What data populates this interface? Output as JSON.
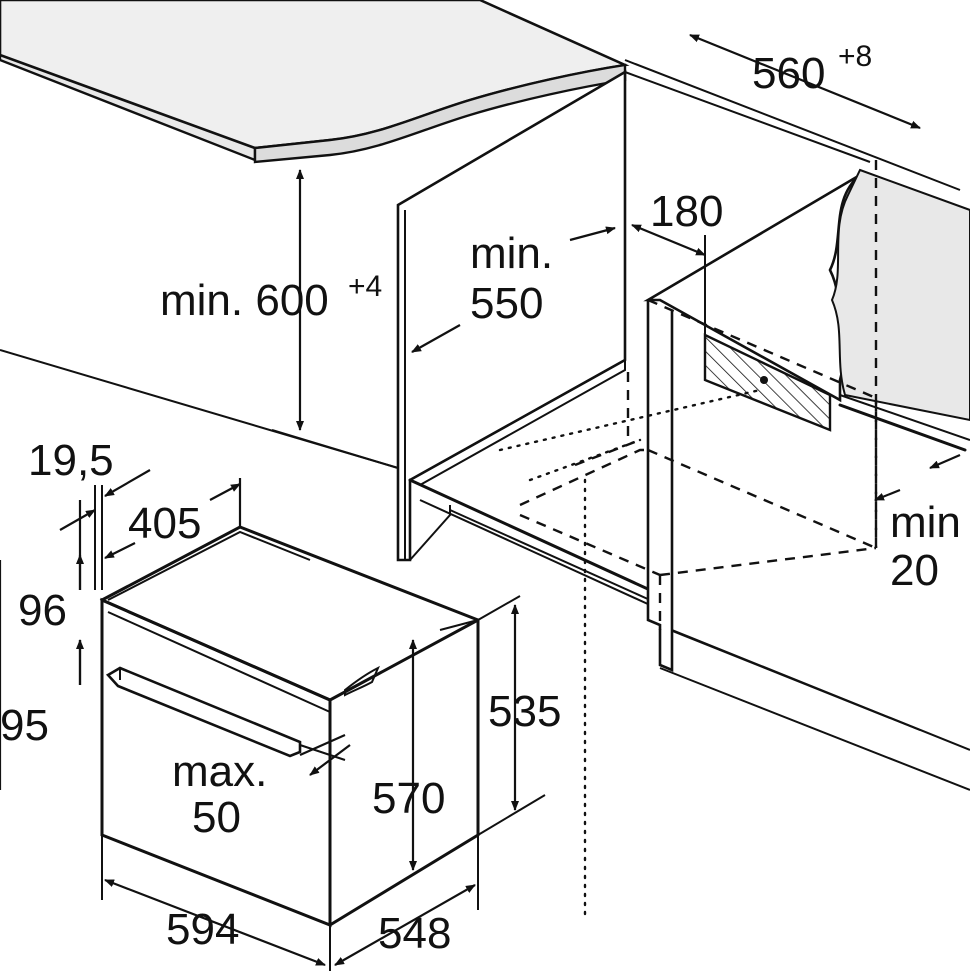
{
  "dimensions": {
    "cabinet_width": {
      "value": "560",
      "superscript": "+8"
    },
    "vent_opening": "180",
    "niche_depth": {
      "line1": "min.",
      "line2": "550"
    },
    "niche_height": {
      "value": "min. 600",
      "superscript": "+4"
    },
    "front_offset": "19,5",
    "front_depth": "405",
    "panel_height": "96",
    "left_height_partial": "95",
    "body_height": "535",
    "front_height": "570",
    "handle_clearance": {
      "line1": "max.",
      "line2": "50"
    },
    "front_width": "594",
    "body_depth": "548",
    "side_clearance": {
      "line1": "min",
      "line2": "20"
    }
  },
  "colors": {
    "line": "#111111",
    "countertop": "#eeeeee",
    "background": "#ffffff"
  }
}
